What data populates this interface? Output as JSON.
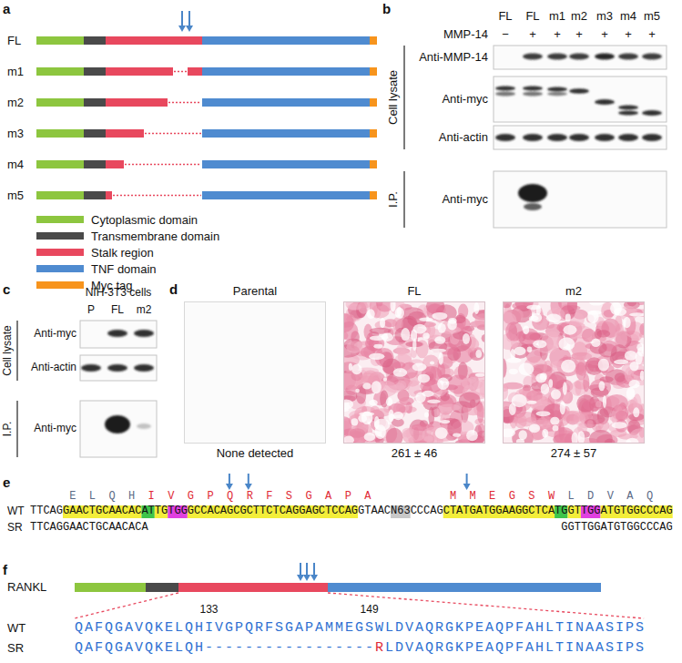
{
  "diagram": {
    "nodes": [
      {
        "text": [
          "Parental",
          "None detected"
        ]
      },
      {
        "text": [
          "FL",
          "261 ± 46"
        ]
      },
      {
        "text": [
          "m2",
          "274 ± 57"
        ]
      }
    ],
    "labels": [
      "a",
      "FL",
      "m1",
      "m2",
      "m3",
      "m4",
      "m5",
      "b",
      "FL",
      "FL",
      "m1",
      "m2",
      "m3",
      "m4",
      "m5",
      "MMP-14",
      "−",
      "+",
      "+",
      "+",
      "+",
      "+",
      "+",
      "Anti-MMP-14",
      "Anti-myc",
      "Anti-actin",
      "Cell lysate",
      "Anti-myc",
      "I.P.",
      "c",
      "NIH-3T3 cells",
      "P",
      "FL",
      "m2",
      "Anti-myc",
      "Anti-actin",
      "Cell lysate",
      "Anti-myc",
      "I.P.",
      "d",
      "e",
      "E L Q H",
      "I V G P Q R F S G A P A",
      "M M E G S W",
      "L D V A Q",
      "WT",
      "TTCAGGAACTGCAACACATTGTGGGCCACAGCGCTTCTCAGGAGCTCCAGGTAACN63CCCAGCTATGATGGAAGGCTCATGGTTGGATGTGGCCCAG",
      "SR",
      "TTCAGGAACTGCAACACA",
      "GGTTGGATGTGGCCCAG",
      "f",
      "RANKL",
      "133",
      "149",
      "WT",
      "QAFQGAVQKELQHIVGPQRFSGAPAMMEGSWLDVAQRGKPEAQPFAHLTINAASIPS",
      "SR",
      "QAFQGAVQKELQH-----------------",
      "R",
      "LDVAQRGKPEAQPFAHLTINAASIPS"
    ],
    "legend": [
      {
        "text": "Cytoplasmic domain",
        "color": "#8dc63f"
      },
      {
        "text": "Transmembrane domain",
        "color": "#4a4a4a"
      },
      {
        "text": "Stalk region",
        "color": "#e8485e"
      },
      {
        "text": "TNF domain",
        "color": "#4f8bd0"
      },
      {
        "text": "Myc tag",
        "color": "#f7941d"
      }
    ]
  }
}
